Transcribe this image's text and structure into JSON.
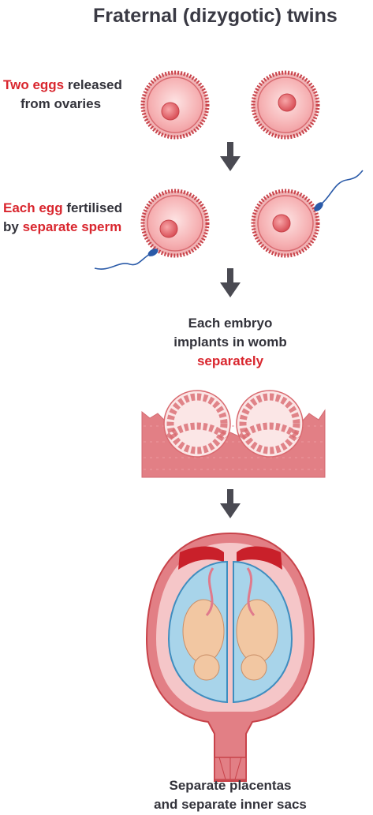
{
  "title": "Fraternal (dizygotic) twins",
  "step1": {
    "highlight": "Two eggs",
    "rest_line1": " released",
    "line2": "from ovaries"
  },
  "step2": {
    "highlight1": "Each egg",
    "rest_line1": " fertilised",
    "line2_prefix": "by ",
    "highlight2": "separate sperm"
  },
  "step3": {
    "line1": "Each embryo",
    "line2": "implants in womb",
    "highlight": "separately"
  },
  "step4": {
    "line1": "Separate placentas",
    "line2": "and separate inner sacs"
  },
  "colors": {
    "accent_red": "#d9262e",
    "egg_pink": "#f3a4a6",
    "egg_rim": "#c8434a",
    "womb_tissue": "#e27f85",
    "amniotic_blue": "#a8d4ea",
    "arrow": "#4a4a52",
    "sperm_blue": "#2a5aa8"
  },
  "icons": [
    "down-arrow-icon",
    "egg-cell-icon",
    "sperm-icon",
    "embryo-icon",
    "uterus-icon"
  ]
}
